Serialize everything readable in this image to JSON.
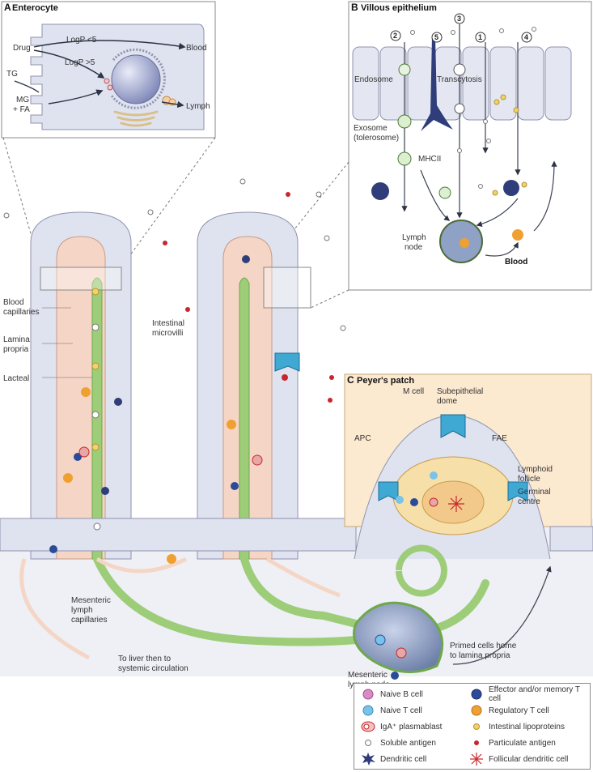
{
  "panels": {
    "a": {
      "letter": "A",
      "title": "Enterocyte"
    },
    "b": {
      "letter": "B",
      "title": "Villous epithelium"
    },
    "c": {
      "letter": "C",
      "title": "Peyer's patch"
    }
  },
  "enterocyte_labels": {
    "drug": "Drug",
    "logp_lt": "LogP <5",
    "logp_gt": "LogP >5",
    "tg": "TG",
    "mg": "MG",
    "fa": "+ FA",
    "blood": "Blood",
    "lymph": "Lymph"
  },
  "villous_labels": {
    "routes": [
      "2",
      "5",
      "3",
      "1",
      "4"
    ],
    "endosome": "Endosome",
    "transcytosis": "Transcytosis",
    "exosome_1": "Exosome",
    "exosome_2": "(tolerosome)",
    "mhcii": "MHCII",
    "lymph_node_1": "Lymph",
    "lymph_node_2": "node",
    "blood": "Blood"
  },
  "main_labels": {
    "blood_cap_1": "Blood",
    "blood_cap_2": "capillaries",
    "lamina_1": "Lamina",
    "lamina_2": "propria",
    "lacteal": "Lacteal",
    "microvilli_1": "Intestinal",
    "microvilli_2": "microvilli",
    "mes_cap_1": "Mesenteric",
    "mes_cap_2": "lymph",
    "mes_cap_3": "capillaries",
    "liver_1": "To liver then to",
    "liver_2": "systemic circulation",
    "mes_node_1": "Mesenteric",
    "mes_node_2": "lymph node",
    "primed_1": "Primed cells home",
    "primed_2": "to lamina propria"
  },
  "peyer_labels": {
    "m_cell": "M cell",
    "subepi_1": "Subepithelial",
    "subepi_2": "dome",
    "apc": "APC",
    "fae": "FAE",
    "lymphoid_1": "Lymphoid",
    "lymphoid_2": "follicle",
    "germinal_1": "Germinal",
    "germinal_2": "centre"
  },
  "legend": [
    {
      "label": "Naive B cell",
      "icon": "pink-circle-icon"
    },
    {
      "label": "Effector and/or memory T cell",
      "icon": "dark-blue-circle-icon"
    },
    {
      "label": "Naive T cell",
      "icon": "light-blue-circle-icon"
    },
    {
      "label": "Regulatory T cell",
      "icon": "orange-circle-icon"
    },
    {
      "label": "IgA⁺ plasmablast",
      "icon": "plasmablast-icon"
    },
    {
      "label": "Intestinal lipoproteins",
      "icon": "yellow-dot-icon"
    },
    {
      "label": "Soluble antigen",
      "icon": "white-dot-icon"
    },
    {
      "label": "Particulate antigen",
      "icon": "red-dot-icon"
    },
    {
      "label": "Dendritic cell",
      "icon": "dendritic-cell-icon"
    },
    {
      "label": "Follicular dendritic cell",
      "icon": "follicular-dendritic-cell-icon"
    }
  ],
  "colors": {
    "epithelium": "#dfe2ef",
    "epithelium_stroke": "#8f93ae",
    "nucleus": "#aeb3d2",
    "capillary": "#f5d6c6",
    "lacteal": "#9dcd78",
    "lacteal_dark": "#6ea84c",
    "peyer_bg": "#fbe9d0",
    "m_cell": "#3fa9d4",
    "follicle": "#f6dfa9",
    "node": "#8fa1c4",
    "dendritic": "#2f3e7a",
    "orange": "#f0a030",
    "yellow": "#f2d36a",
    "red": "#c8262b",
    "pink": "#d98ac7",
    "light_blue": "#79c3ea",
    "dark_blue": "#2b4a9a"
  }
}
